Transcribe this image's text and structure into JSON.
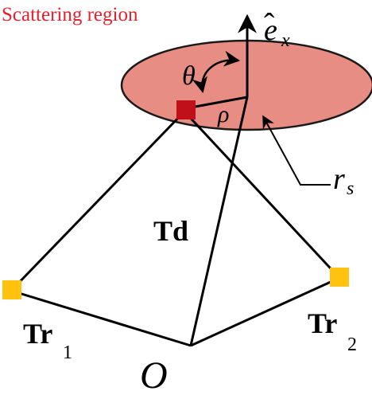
{
  "title": "Scattering region",
  "labels": {
    "ex_base": "e",
    "ex_hat": "ˆ",
    "ex_sub": "x",
    "theta": "θ",
    "rho": "ρ",
    "rs_base": "r",
    "rs_sub": "s",
    "td": "Td",
    "tr1_base": "Tr",
    "tr1_sub": "1",
    "tr2_base": "Tr",
    "tr2_sub": "2",
    "origin": "O"
  },
  "colors": {
    "title": "#e8202a",
    "ellipse_fill": "#e88d83",
    "ellipse_stroke": "#1a1a1a",
    "scatterer": "#c0101a",
    "transceiver": "#ffc20e",
    "line": "#000000"
  }
}
